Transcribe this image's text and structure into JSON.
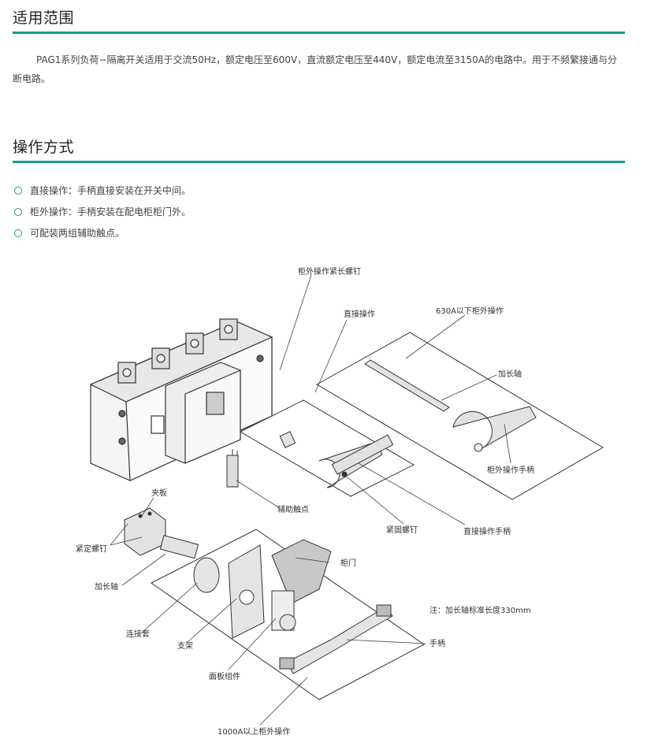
{
  "scope": {
    "heading": "适用范围",
    "text": "PAG1系列负荷−隔离开关适用于交流50Hz，额定电压至600V，直流额定电压至440V，额定电流至3150A的电路中。用于不频繁接通与分断电路。"
  },
  "operation": {
    "heading": "操作方式",
    "items": [
      "直接操作：手柄直接安装在开关中间。",
      "柜外操作：手柄安装在配电柜柜门外。",
      "可配装两组辅助触点。"
    ]
  },
  "diagram": {
    "labels": {
      "cabinet_screw": "柜外操作紧长螺钉",
      "direct_op": "直接操作",
      "below_630": "630A以下柜外操作",
      "extension_shaft_top": "加长轴",
      "external_handle": "柜外操作手柄",
      "aux_contact": "辅助触点",
      "fastening_screw": "紧固螺钉",
      "direct_handle": "直接操作手柄",
      "clamp_plate": "夹板",
      "set_screw": "紧定螺钉",
      "extension_shaft": "加长轴",
      "cabinet_door": "柜门",
      "note": "注：加长轴标准长度330mm",
      "coupling": "连接套",
      "bracket": "支架",
      "handle": "手柄",
      "panel_assembly": "面板组件",
      "above_1000": "1000A以上柜外操作"
    }
  }
}
